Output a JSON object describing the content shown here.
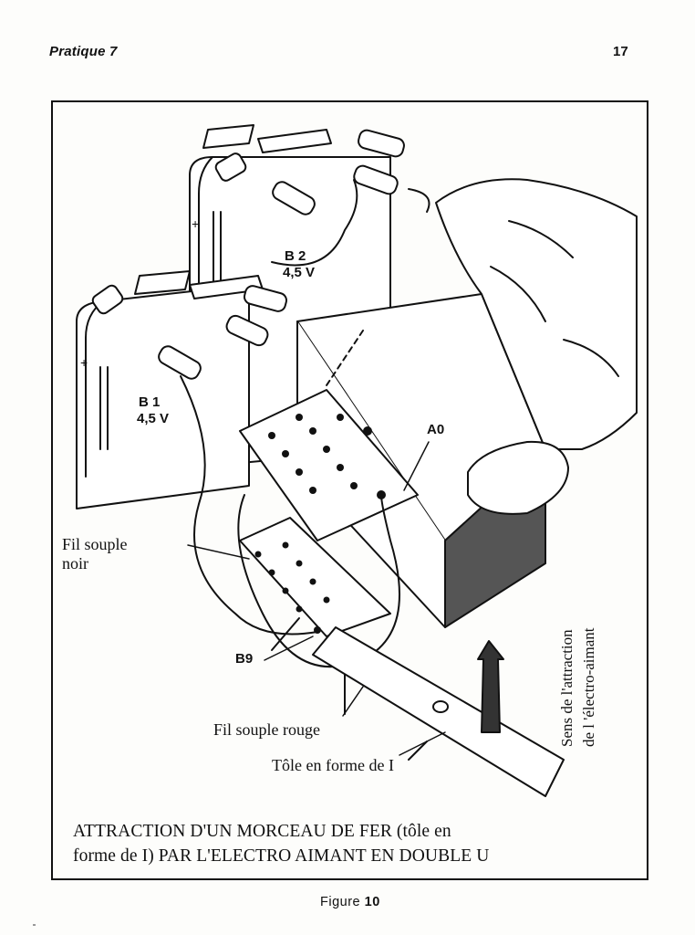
{
  "header": {
    "running_title": "Pratique 7",
    "page_number": "17"
  },
  "figure": {
    "labels": {
      "b2_name": "B 2",
      "b2_voltage": "4,5 V",
      "b1_name": "B 1",
      "b1_voltage": "4,5 V",
      "a0": "A0",
      "b9": "B9",
      "fil_noir_line1": "Fil souple",
      "fil_noir_line2": "noir",
      "fil_rouge": "Fil souple rouge",
      "tole": "Tôle en forme de I",
      "sens_line1": "Sens de l'attraction",
      "sens_line2": "de l 'électro-aimant"
    },
    "caption_line1": "ATTRACTION D'UN MORCEAU DE FER (tôle en",
    "caption_line2": "forme de I) PAR L'ELECTRO AIMANT EN DOUBLE U"
  },
  "footer": {
    "word": "Figure",
    "number": "10"
  }
}
